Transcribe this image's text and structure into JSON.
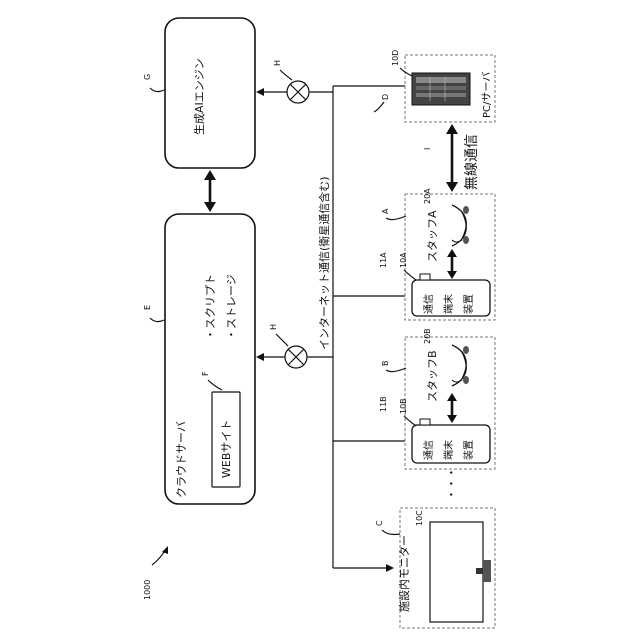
{
  "figure_number": "1000",
  "generative_ai": {
    "ref": "G",
    "label": "生成AIエンジン"
  },
  "cloud_server": {
    "ref": "E",
    "label": "クラウドサーバ",
    "script": "・スクリプト",
    "storage": "・ストレージ"
  },
  "website": {
    "ref": "F",
    "label": "WEBサイト"
  },
  "gateway_ref": "H",
  "internet": {
    "ref": "D",
    "label": "インターネット通信(衛星通信含む)"
  },
  "pc_server": {
    "ref": "10D",
    "label": "PC/サーバ"
  },
  "wireless": {
    "ref": "I",
    "label": "無線通信"
  },
  "staff_a": {
    "ref": "A",
    "label": "スタッフA",
    "headset_ref": "20A",
    "device_ref": "10A",
    "wire_ref": "11A"
  },
  "staff_b": {
    "ref": "B",
    "label": "スタッフB",
    "headset_ref": "20B",
    "device_ref": "10B",
    "wire_ref": "11B"
  },
  "comm_device": {
    "line1": "通信",
    "line2": "端末",
    "line3": "装置"
  },
  "monitor": {
    "ref": "C",
    "label": "施設内モニター",
    "device_ref": "10C"
  },
  "ellipsis": "・・・"
}
